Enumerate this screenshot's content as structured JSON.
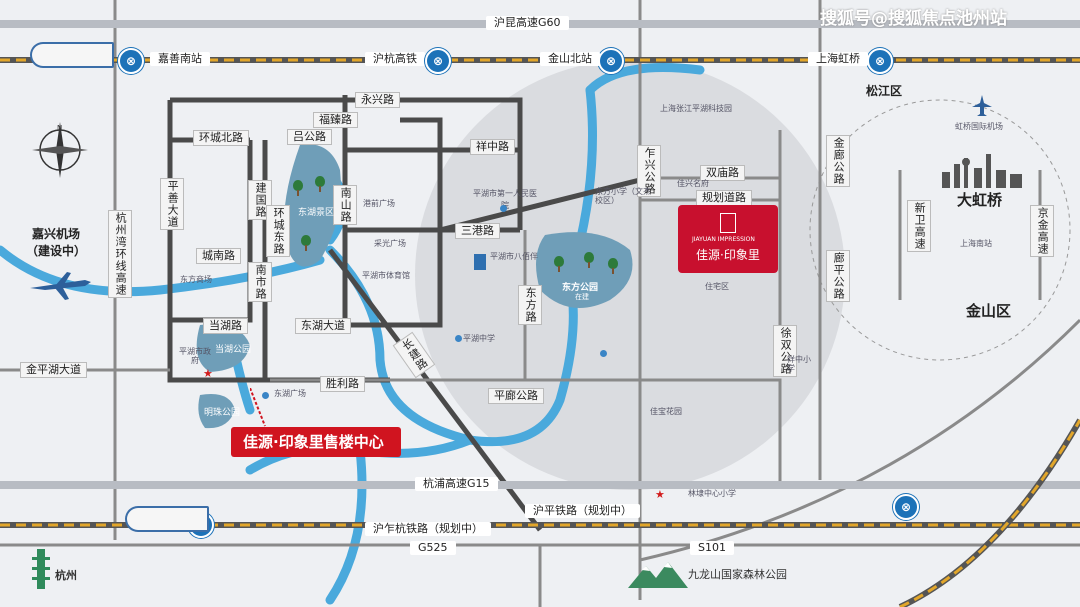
{
  "watermark": "搜狐号@搜狐焦点池州站",
  "colors": {
    "river": "#4aa9dc",
    "main_road": "#4a4a4a",
    "rail": "#e2a62a",
    "accent": "#c8102e",
    "circle": "#c9cbd0"
  },
  "highways": {
    "g60": "沪昆高速G60",
    "g15": "杭浦高速G15",
    "g525": "G525",
    "s101": "S101",
    "hu_hang_rail": "沪杭高铁",
    "hu_zha_rail": "沪乍杭铁路（规划中）",
    "hu_ping_rail": "沪平铁路（规划中）"
  },
  "stations": {
    "jiashan_south": "嘉善南站",
    "jinshan_north": "金山北站",
    "shanghai_hongqiao": "上海虹桥",
    "rail_icon": "metro-station-icon"
  },
  "roads": {
    "yongxing": "永兴路",
    "huancheng_north": "环城北路",
    "fuxi": "福臻路",
    "lv": "吕公路",
    "xiangzhong": "祥中路",
    "zhaxing": "乍兴公路",
    "shuangmiao": "双庙路",
    "guihua": "规划道路",
    "sangang": "三港路",
    "chengnan": "城南路",
    "donghu": "东湖大道",
    "danghu": "当湖路",
    "shengli": "胜利路",
    "pinglian": "平廊公路",
    "changjian": "长建路",
    "jinpinghu": "金平湖大道",
    "dongfang": "东方路",
    "xushuang": "徐双公路",
    "nanshan": "南山路",
    "pingshan": "平善大道",
    "jianguo": "建国路",
    "huancheng_east": "环城东路",
    "nanshi": "南市路",
    "hangwan": "杭州湾环线高速",
    "tinglang": "廊平公路",
    "jinlang": "金廊公路",
    "xinwei": "新卫高速",
    "jingjin": "京金高速"
  },
  "places": {
    "jiaxing_airport": "嘉兴机场（建设中）",
    "songjiang": "松江区",
    "daqiao": "大虹桥",
    "jinshan": "金山区",
    "hangzhou": "杭州",
    "hongqiao_airport": "虹桥国际机场",
    "shanghai_south": "上海南站",
    "zhangjiang": "上海张江平湖科技园",
    "pinghu_hospital": "平湖市第一人民医院",
    "dongfang_park": "东方公园",
    "dongfang_park_sub": "在建",
    "hongkun": "佳兴名府",
    "jiayuan": "佳宝花园",
    "zhuzhai": "住宅区",
    "donghu_lake": "东湖景区",
    "danghu_park": "当湖公园",
    "mingzhu_park": "明珠公园",
    "jiulongshan": "九龙山国家森林公园",
    "pinghu_gov": "平湖市政府",
    "pinghu_gym": "平湖市体育馆",
    "bajiaqiao": "平湖市八佰伴",
    "xiangzhong_school": "祥中小学",
    "linhu": "林埭中心小学",
    "pinghu_school": "平湖中学",
    "dongfang_school": "东方小学（文杰校区）",
    "gangqian": "港前广场",
    "dongfang_shop": "东方商场",
    "museum": "东湖广场",
    "caiguang": "采光广场"
  },
  "project": {
    "name": "佳源·印象里",
    "sub": "JIAYUAN IMPRESSION",
    "sales_center": "佳源·印象里售楼中心"
  },
  "icons": {
    "compass": "compass-icon",
    "airplane": "airplane-icon",
    "train": "train-icon",
    "pagoda": "pagoda-icon",
    "skyline": "skyline-icon",
    "mountain": "mountain-icon"
  }
}
